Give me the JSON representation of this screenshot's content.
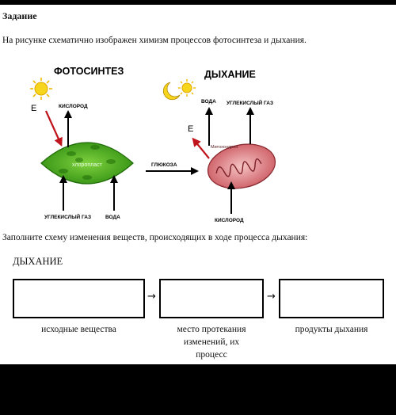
{
  "heading": "Задание",
  "intro": "На рисунке схематично изображен химизм процессов фотосинтеза и дыхания.",
  "diagram": {
    "photosynthesis_title": "ФОТОСИНТЕЗ",
    "respiration_title": "ДЫХАНИЕ",
    "energy_label_left": "E",
    "energy_label_right": "E",
    "oxygen_out": "КИСЛОРОД",
    "chloroplast": "хлоропласт",
    "co2_in": "УГЛЕКИСЛЫЙ ГАЗ",
    "water_in": "ВОДА",
    "glucose": "ГЛЮКОЗА",
    "water_out": "ВОДА",
    "co2_out": "УГЛЕКИСЛЫЙ ГАЗ",
    "mitochondria": "Митохондрия",
    "oxygen_in": "КИСЛОРОД"
  },
  "instruction": "Заполните схему изменения веществ, происходящих в ходе процесса дыхания:",
  "scheme": {
    "title": "ДЫХАНИЕ",
    "arrow": "→",
    "captions": [
      "исходные вещества",
      "место протекания",
      "изменений, их",
      "процесс",
      "продукты дыхания"
    ]
  },
  "colors": {
    "leaf": "#3fa818",
    "mitochondria": "#d9757a",
    "energy_arrow": "#c0141c",
    "sun": "#f7d51d"
  }
}
